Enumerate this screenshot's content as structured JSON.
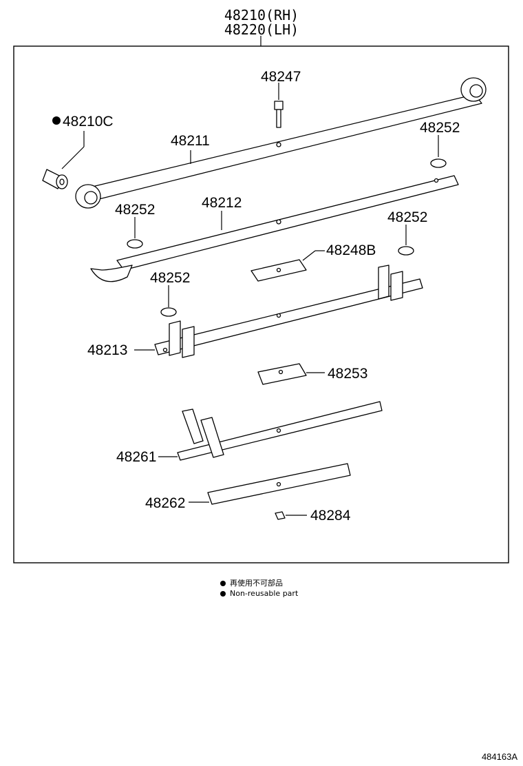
{
  "header": {
    "rh": "48210(RH)",
    "lh": "48220(LH)"
  },
  "parts": {
    "p48247": "48247",
    "p48210c": "48210C",
    "p48252a": "48252",
    "p48211": "48211",
    "p48252b": "48252",
    "p48212": "48212",
    "p48252c": "48252",
    "p48248b": "48248B",
    "p48252d": "48252",
    "p48213": "48213",
    "p48253": "48253",
    "p48261": "48261",
    "p48262": "48262",
    "p48284": "48284"
  },
  "legend": {
    "jp": "再使用不可部品",
    "en": "Non-reusable part"
  },
  "footer": {
    "code": "484163A"
  },
  "icons": {
    "nonreusable": "filled-circle-icon"
  }
}
